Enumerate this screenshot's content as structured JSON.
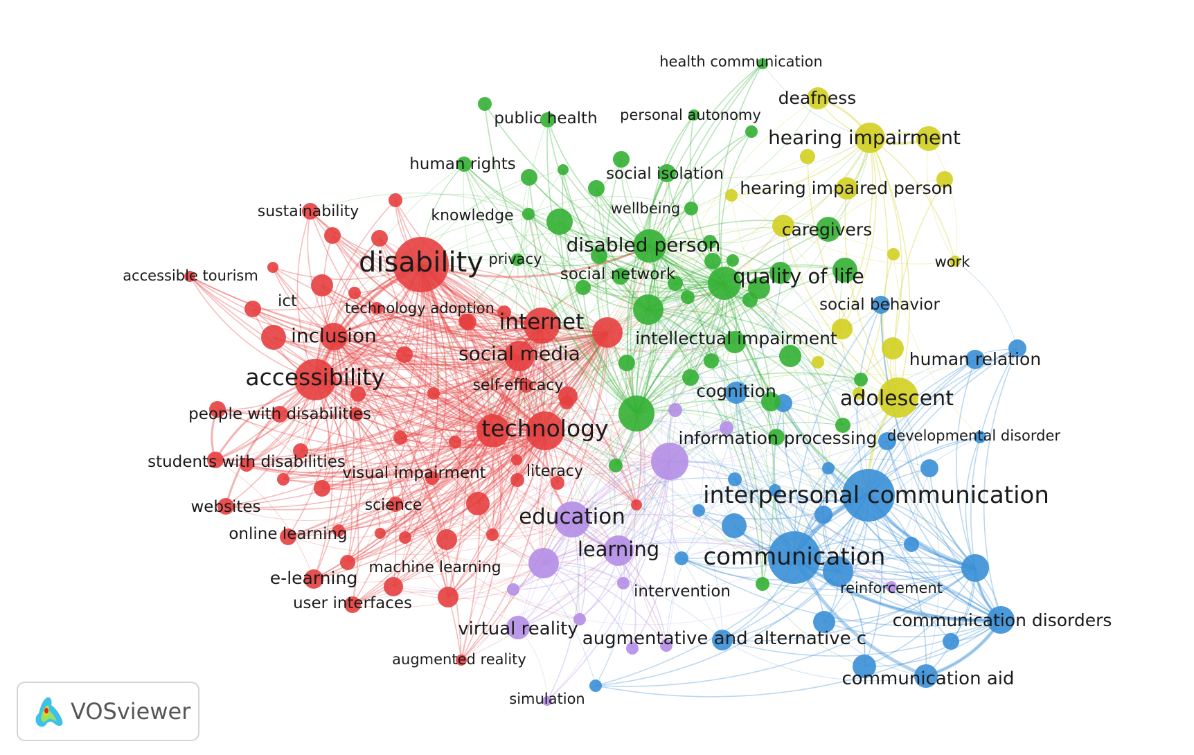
{
  "colors": {
    "red": "#e53f3f",
    "green": "#33b033",
    "blue": "#3a8fd6",
    "yellow": "#d2cf20",
    "purple": "#b48ee6"
  },
  "logo": {
    "label": "VOSviewer",
    "icon": "vosviewer-logo-icon"
  },
  "labels": {
    "health_communication": "health communication",
    "deafness": "deafness",
    "public_health": "public health",
    "personal_autonomy": "personal autonomy",
    "hearing_impairment": "hearing impairment",
    "human_rights": "human rights",
    "social_isolation": "social isolation",
    "hearing_impaired_person": "hearing impaired person",
    "sustainability": "sustainability",
    "knowledge": "knowledge",
    "wellbeing": "wellbeing",
    "caregivers": "caregivers",
    "disabled_person": "disabled person",
    "disability": "disability",
    "privacy": "privacy",
    "work": "work",
    "accessible_tourism": "accessible tourism",
    "social_network": "social network",
    "quality_of_life": "quality of life",
    "ict": "ict",
    "technology_adoption": "technology adoption",
    "social_behavior": "social behavior",
    "internet": "internet",
    "inclusion": "inclusion",
    "intellectual_impairment": "intellectual impairment",
    "social_media": "social media",
    "human_relation": "human relation",
    "accessibility": "accessibility",
    "self_efficacy": "self-efficacy",
    "cognition": "cognition",
    "adolescent": "adolescent",
    "people_with_disabilities": "people with disabilities",
    "technology": "technology",
    "information_processing": "information processing",
    "developmental_disorder": "developmental disorder",
    "students_with_disabilities": "students with disabilities",
    "visual_impairment": "visual impairment",
    "literacy": "literacy",
    "interpersonal_communication": "interpersonal communication",
    "websites": "websites",
    "science": "science",
    "education": "education",
    "online_learning": "online learning",
    "learning": "learning",
    "communication": "communication",
    "machine_learning": "machine learning",
    "e_learning": "e-learning",
    "intervention": "intervention",
    "reinforcement": "reinforcement",
    "user_interfaces": "user interfaces",
    "communication_disorders": "communication disorders",
    "virtual_reality": "virtual reality",
    "augmentative_and_alternative_c": "augmentative and alternative c",
    "augmented_reality": "augmented reality",
    "communication_aid": "communication aid",
    "simulation": "simulation"
  }
}
